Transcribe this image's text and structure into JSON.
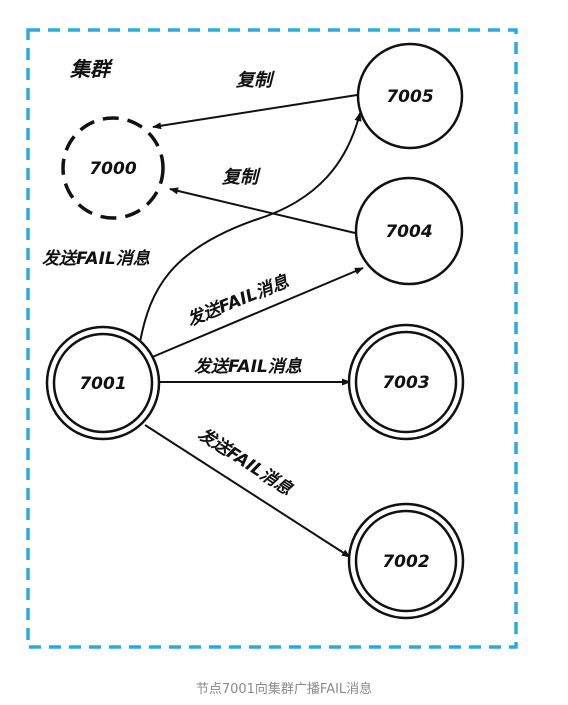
{
  "cluster_label": "集群",
  "nodes": {
    "n7000": "7000",
    "n7001": "7001",
    "n7002": "7002",
    "n7003": "7003",
    "n7004": "7004",
    "n7005": "7005"
  },
  "edge_labels": {
    "replicate_7005": "复制",
    "replicate_7004": "复制",
    "fail_to_7005": "发送FAIL消息",
    "fail_to_7004": "发送FAIL消息",
    "fail_to_7003": "发送FAIL消息",
    "fail_to_7002": "发送FAIL消息"
  },
  "caption": "节点7001向集群广播FAIL消息",
  "colors": {
    "cluster_border": "#29abe2",
    "stroke": "#111111"
  }
}
